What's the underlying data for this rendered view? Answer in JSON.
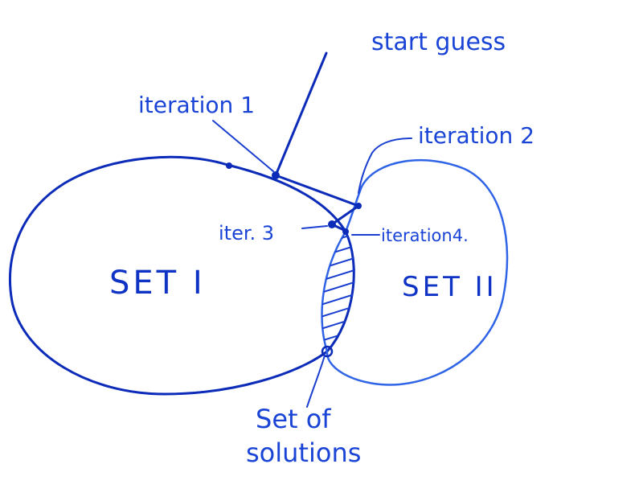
{
  "labels": {
    "start_guess": "start guess",
    "iteration_1": "iteration 1",
    "iteration_2": "iteration 2",
    "iter_3": "iter. 3",
    "iteration_4": "iteration4.",
    "set_1": "SET I",
    "set_2": "SET II",
    "solutions_line1": "Set of",
    "solutions_line2": "solutions"
  },
  "colors": {
    "ink": "#1a3fcf",
    "ink_dark": "#0b2bb8",
    "ink_light": "#2f64e6",
    "background": "#ffffff"
  }
}
